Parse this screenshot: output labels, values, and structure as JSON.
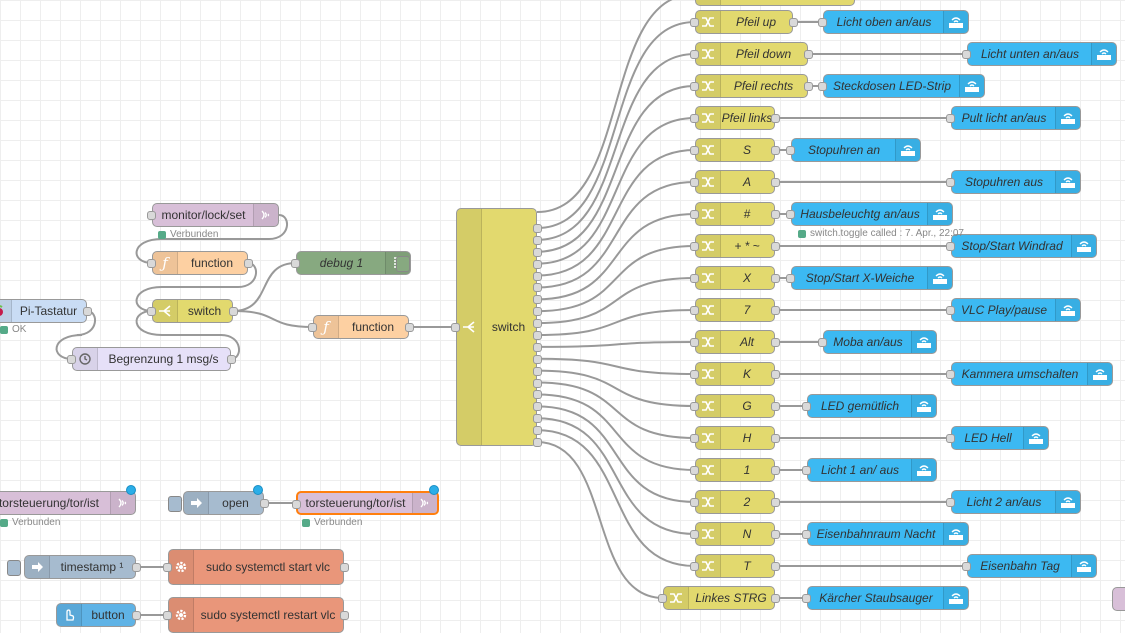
{
  "colors": {
    "switch_node": "#e2d96e",
    "mqtt_in": "#d8bfd8",
    "function_node": "#fdd0a2",
    "debug_node": "#87a980",
    "inject_node": "#a6bbcf",
    "exec_node": "#e9967a",
    "delay_node": "#e6e0f8",
    "blue_out": "#3fadb5",
    "tellstick_out": "#3cb9f2"
  },
  "left_flow": {
    "monitor_label": "monitor/lock/set",
    "monitor_status": "Verbunden",
    "function1_label": "function",
    "debug_label": "debug 1",
    "switch_label": "switch",
    "function2_label": "function",
    "pitastatur_label": "Pi-Tastatur",
    "pitastatur_status": "OK",
    "delay_label": "Begrenzung 1 msg/s",
    "big_switch_label": "switch"
  },
  "bottom_flow": {
    "tor_in_label": "torsteuerung/tor/ist",
    "tor_in_status": "Verbunden",
    "open_label": "open",
    "tor_out_label": "torsteuerung/tor/ist",
    "tor_out_status": "Verbunden",
    "timestamp_label": "timestamp ¹",
    "exec1_label": "sudo systemctl start vlc",
    "button_label": "button",
    "exec2_label": "sudo systemctl restart vlc"
  },
  "change_nodes": [
    {
      "label": "Pfeil up"
    },
    {
      "label": "Pfeil down"
    },
    {
      "label": "Pfeil rechts"
    },
    {
      "label": "Pfeil links"
    },
    {
      "label": "S"
    },
    {
      "label": "A"
    },
    {
      "label": "#"
    },
    {
      "label": "+ * ~"
    },
    {
      "label": "X"
    },
    {
      "label": "7"
    },
    {
      "label": "Alt"
    },
    {
      "label": "K"
    },
    {
      "label": "G"
    },
    {
      "label": "H"
    },
    {
      "label": "1"
    },
    {
      "label": "2"
    },
    {
      "label": "N"
    },
    {
      "label": "T"
    },
    {
      "label": "Linkes STRG"
    }
  ],
  "output_nodes": [
    {
      "label": "Licht oben an/aus"
    },
    {
      "label": "Licht unten an/aus"
    },
    {
      "label": "Steckdosen LED-Strip"
    },
    {
      "label": "Pult licht an/aus"
    },
    {
      "label": "Stopuhren an"
    },
    {
      "label": "Stopuhren aus"
    },
    {
      "label": "Hausbeleuchtg an/aus",
      "status": "switch.toggle called : 7. Apr., 22:07"
    },
    {
      "label": "Stop/Start Windrad"
    },
    {
      "label": "Stop/Start X-Weiche"
    },
    {
      "label": "VLC Play/pause"
    },
    {
      "label": "Moba an/aus"
    },
    {
      "label": "Kammera umschalten"
    },
    {
      "label": "LED gemütlich"
    },
    {
      "label": "LED Hell"
    },
    {
      "label": "Licht 1 an/ aus"
    },
    {
      "label": "Licht 2 an/aus"
    },
    {
      "label": "Eisenbahnraum Nacht"
    },
    {
      "label": "Eisenbahn Tag"
    },
    {
      "label": "Kärcher Staubsauger"
    }
  ]
}
